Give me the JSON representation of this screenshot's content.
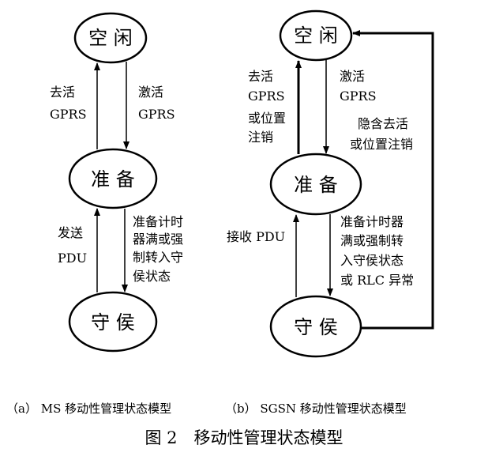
{
  "diagram_a": {
    "states": {
      "idle": "空 闲",
      "ready": "准 备",
      "standby": "守 侯"
    },
    "edges": {
      "ready_to_idle": [
        "去活",
        "GPRS"
      ],
      "idle_to_ready": [
        "激活",
        "GPRS"
      ],
      "standby_to_ready": [
        "发送",
        "PDU"
      ],
      "ready_to_standby": [
        "准备计时",
        "器满或强",
        "制转入守",
        "侯状态"
      ]
    },
    "caption": "（a） MS 移动性管理状态模型"
  },
  "diagram_b": {
    "states": {
      "idle": "空 闲",
      "ready": "准 备",
      "standby": "守 侯"
    },
    "edges": {
      "ready_to_idle": [
        "去活",
        "GPRS",
        "或位置",
        "注销"
      ],
      "idle_to_ready": [
        "激活",
        "GPRS"
      ],
      "implicit_to_idle": [
        "隐含去活",
        "或位置注销"
      ],
      "standby_to_ready": [
        "接收 PDU"
      ],
      "ready_to_standby": [
        "准备计时器",
        "满或强制转",
        "入守侯状态",
        "或 RLC 异常"
      ]
    },
    "caption": "（b） SGSN 移动性管理状态模型"
  },
  "figure_title": "图 2　移动性管理状态模型"
}
